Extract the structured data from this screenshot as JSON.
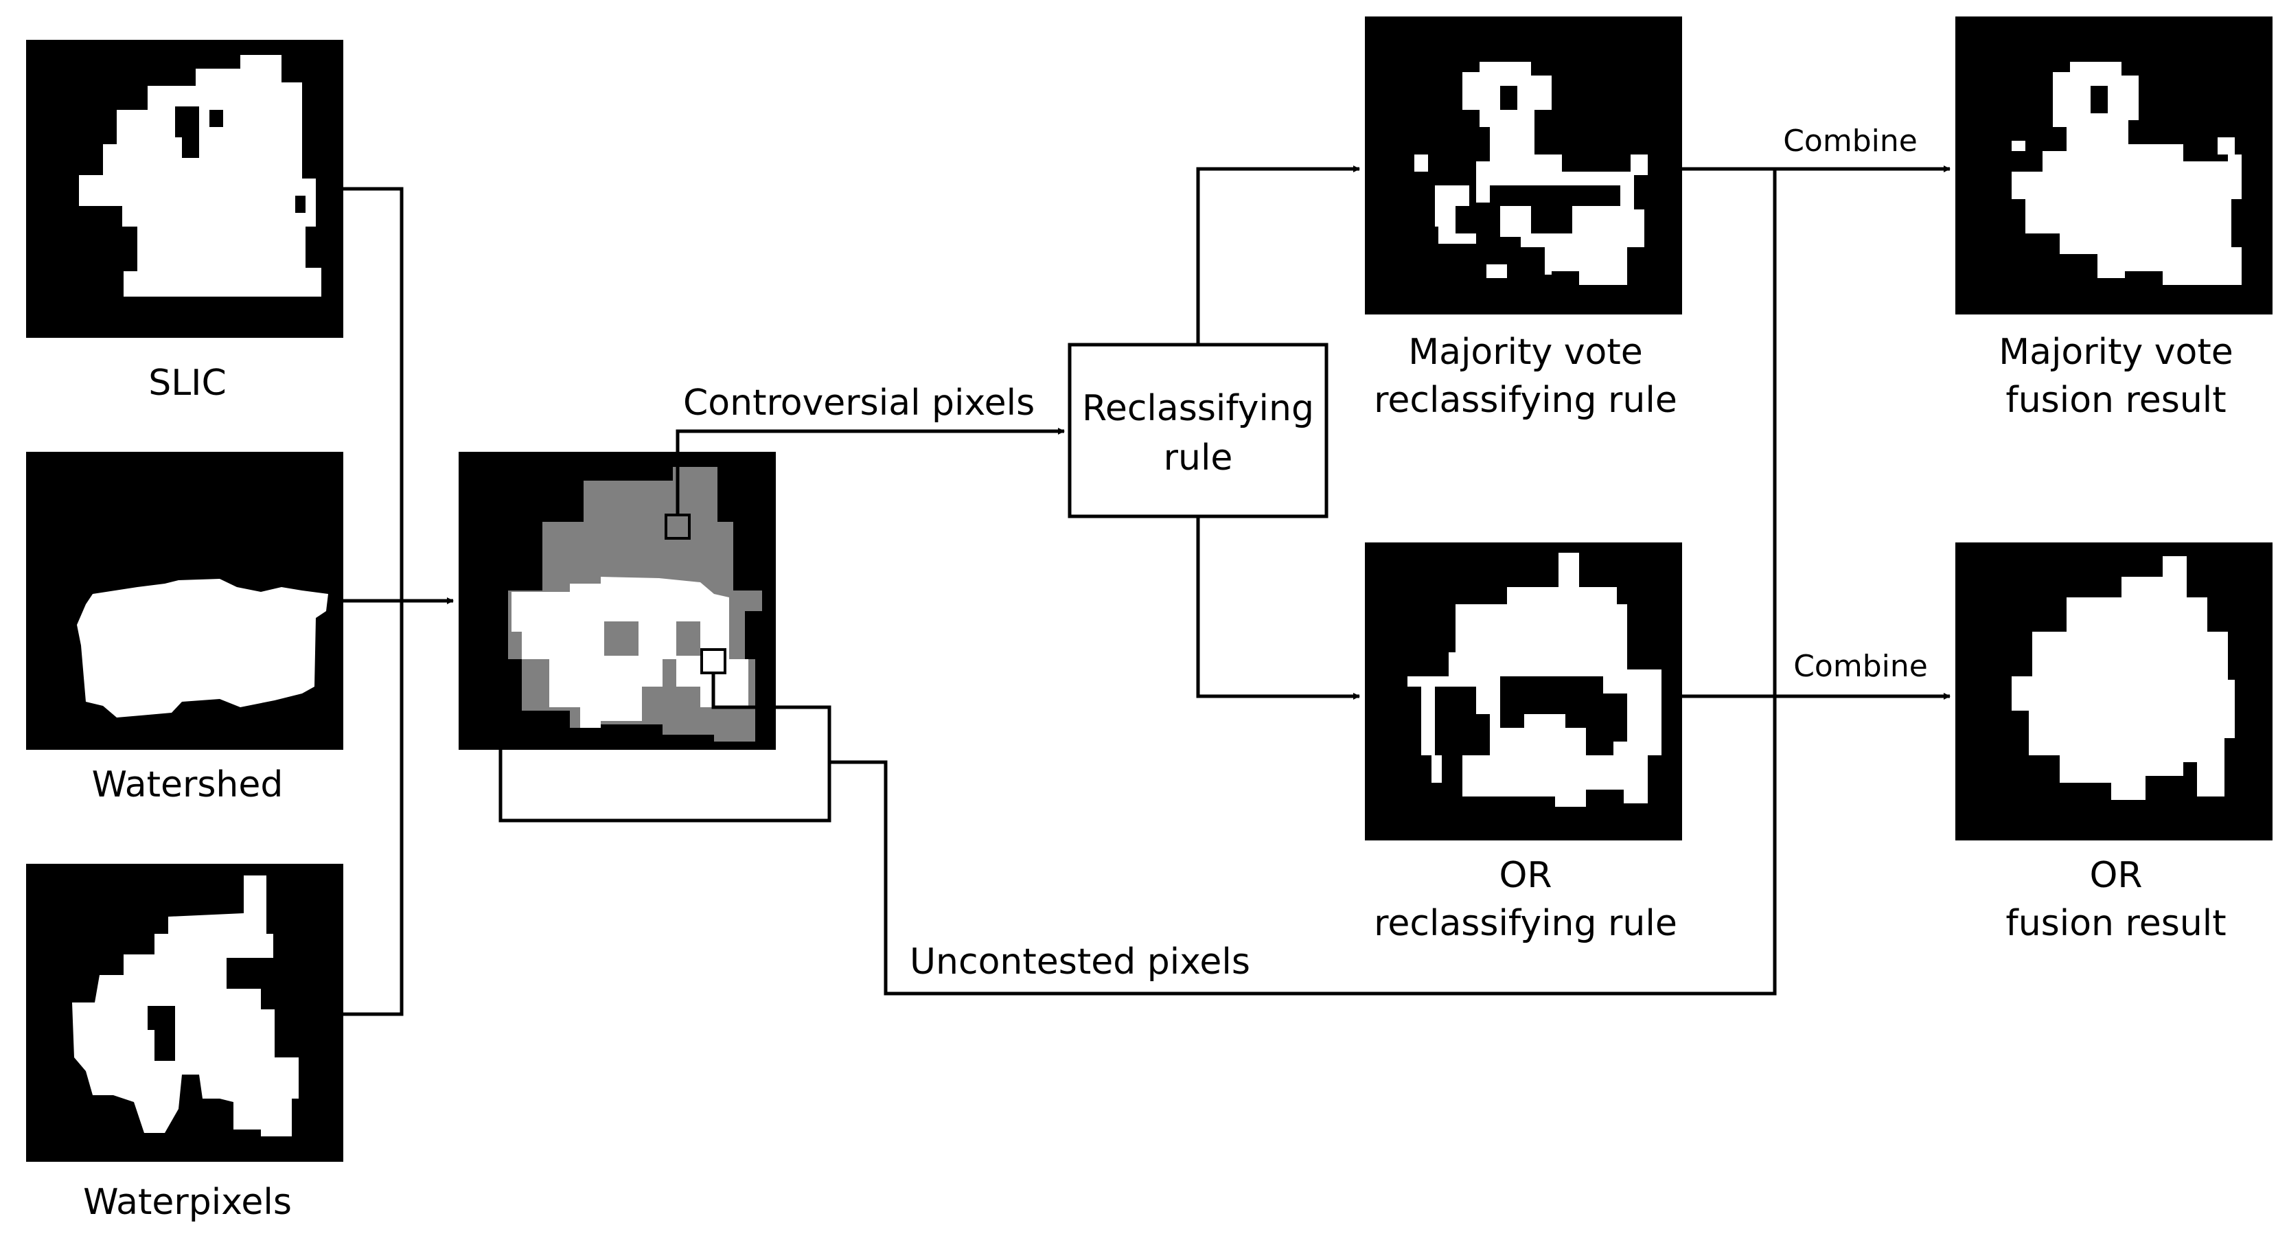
{
  "inputs": {
    "slic_label": "SLIC",
    "watershed_label": "Watershed",
    "waterpixels_label": "Waterpixels"
  },
  "flow": {
    "controversial_label": "Controversial pixels",
    "uncontested_label": "Uncontested pixels",
    "reclassifying_rule_line1": "Reclassifying",
    "reclassifying_rule_line2": "rule",
    "combine_top_label": "Combine",
    "combine_bottom_label": "Combine"
  },
  "outputs": {
    "majority_rule_line1": "Majority vote",
    "majority_rule_line2": "reclassifying rule",
    "or_rule_line1": "OR",
    "or_rule_line2": "reclassifying rule",
    "majority_fusion_line1": "Majority vote",
    "majority_fusion_line2": "fusion result",
    "or_fusion_line1": "OR",
    "or_fusion_line2": "fusion result"
  },
  "colors": {
    "mask_background": "#000000",
    "mask_foreground": "#ffffff",
    "overlap_gray": "#808080",
    "line": "#000000"
  }
}
